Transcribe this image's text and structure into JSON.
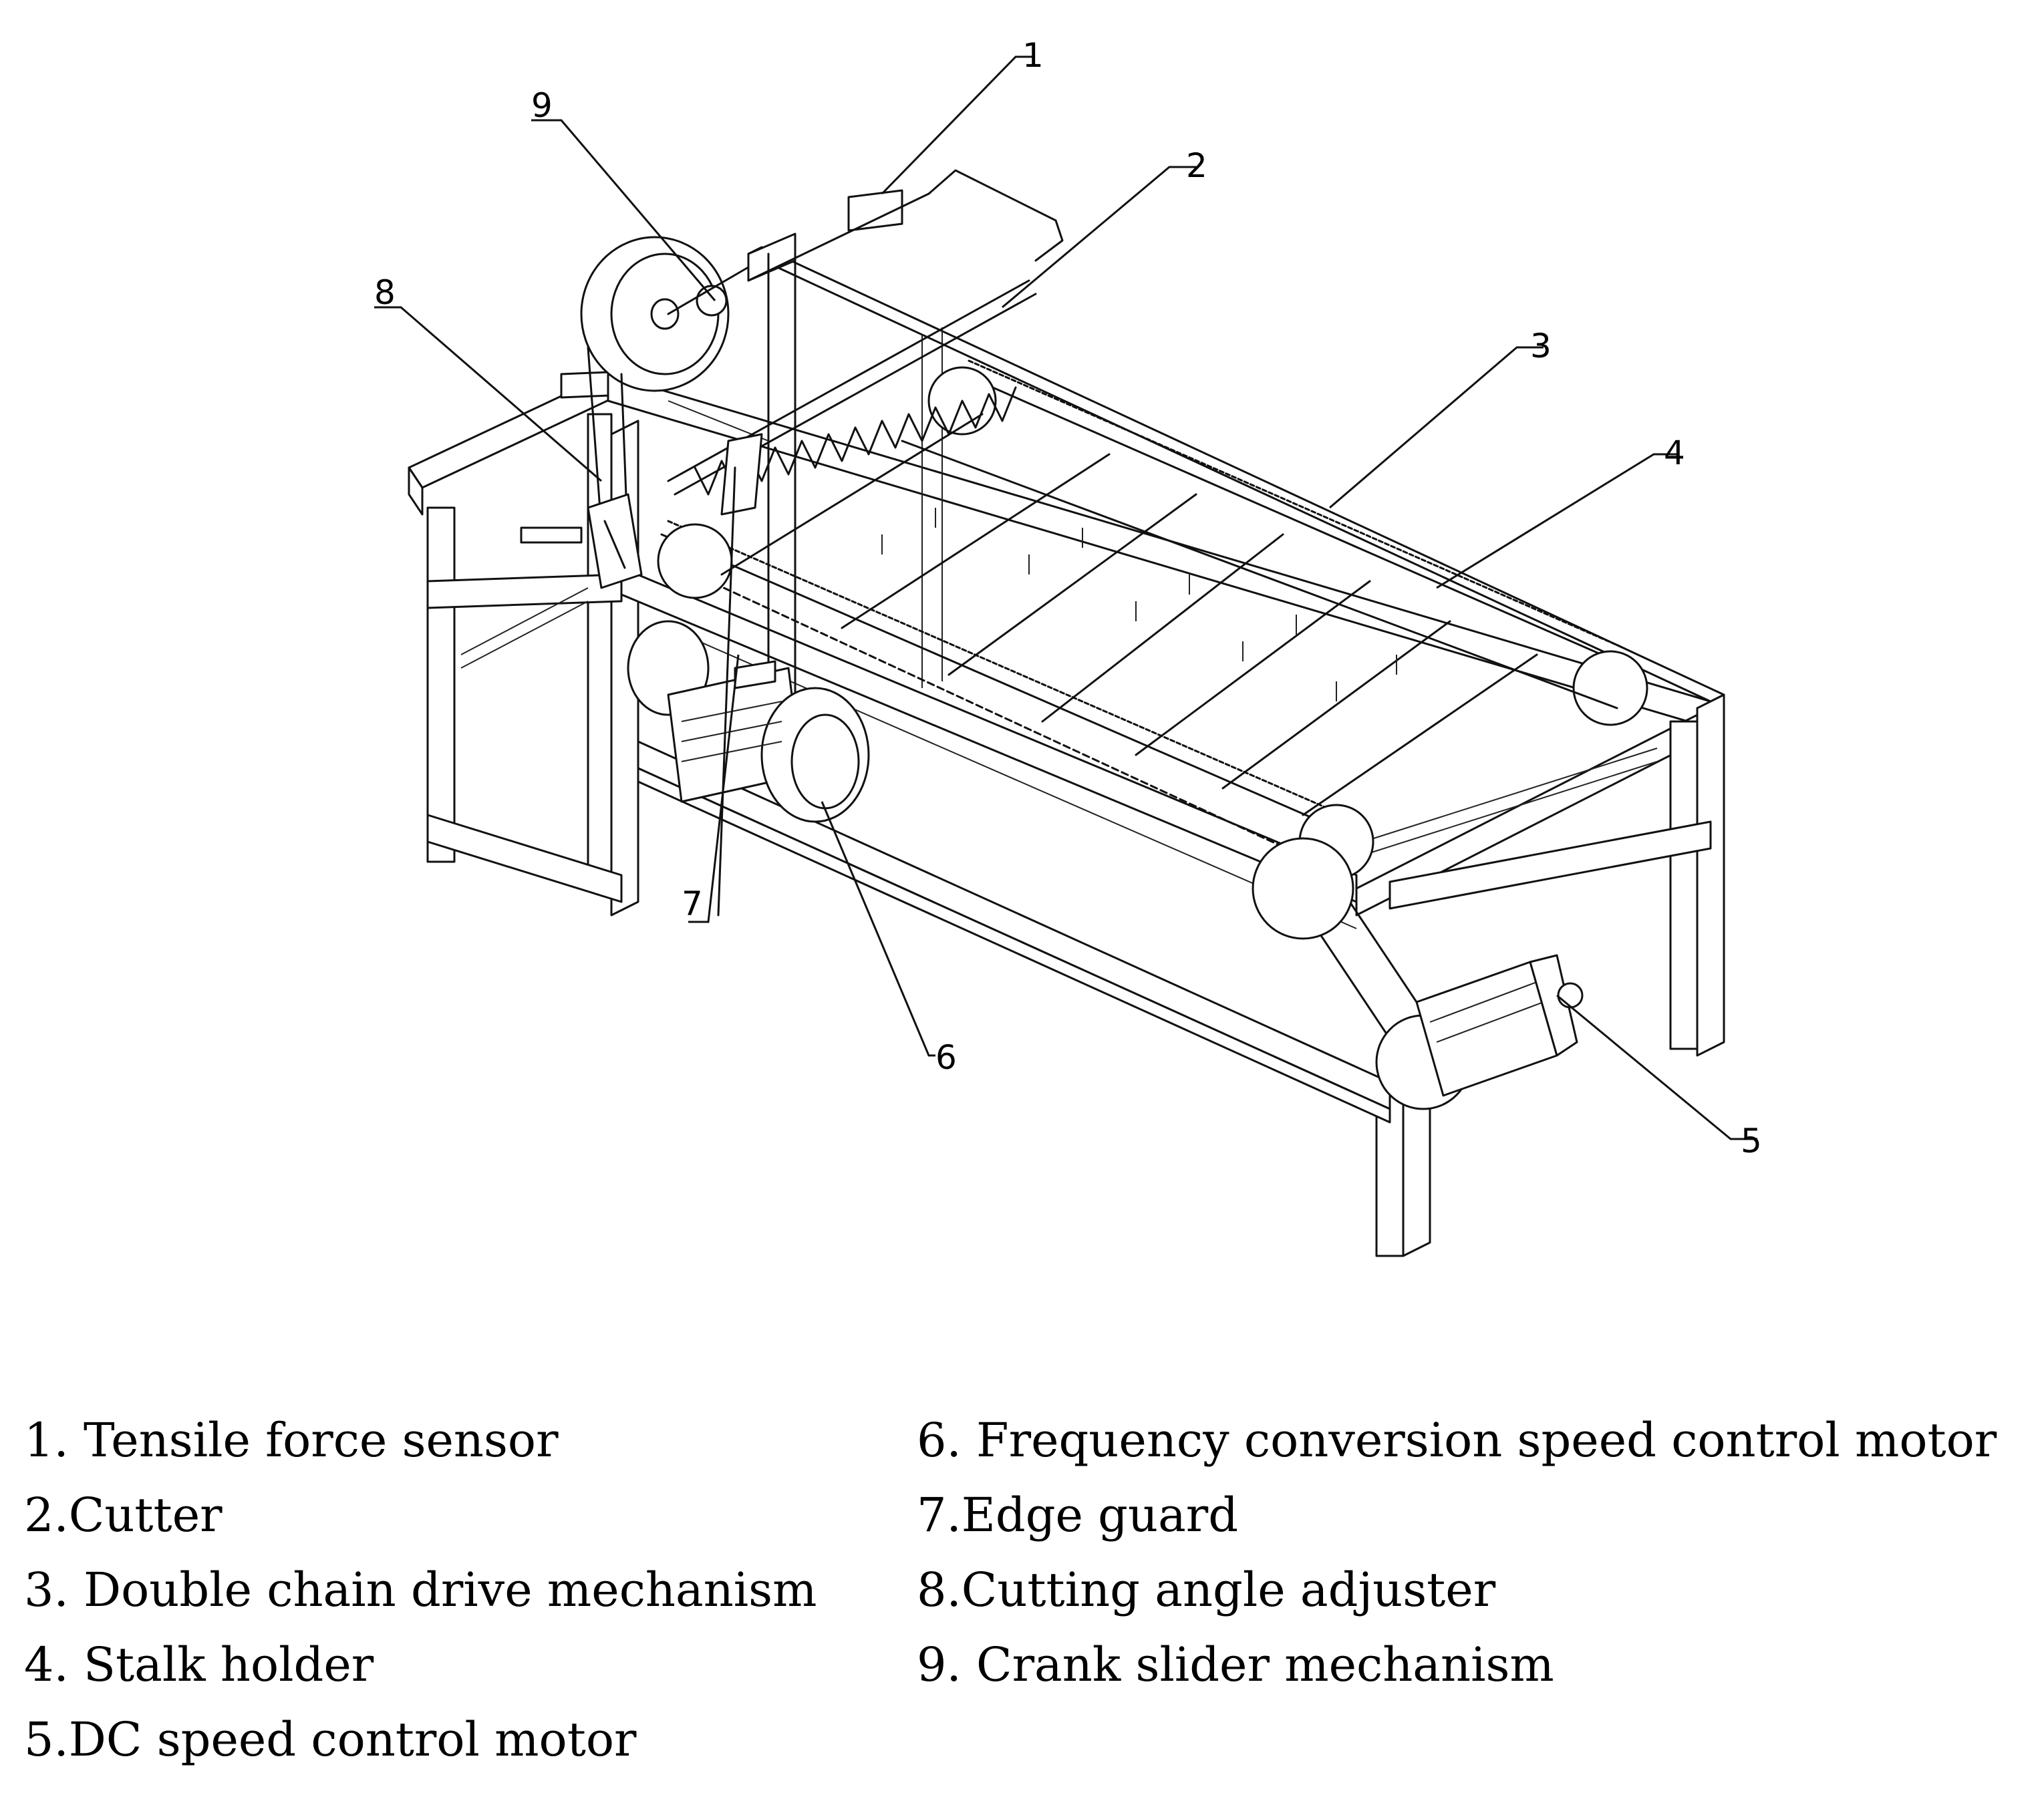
{
  "callouts": {
    "1": "1",
    "2": "2",
    "3": "3",
    "4": "4",
    "5": "5",
    "6": "6",
    "7": "7",
    "8": "8",
    "9": "9"
  },
  "legend": {
    "left": [
      "1. Tensile force sensor",
      "2.Cutter",
      "3. Double chain drive mechanism",
      "4. Stalk holder",
      "5.DC speed control motor"
    ],
    "right": [
      "6. Frequency conversion speed control motor",
      "7.Edge guard",
      "8.Cutting angle adjuster",
      "9. Crank slider mechanism"
    ]
  }
}
